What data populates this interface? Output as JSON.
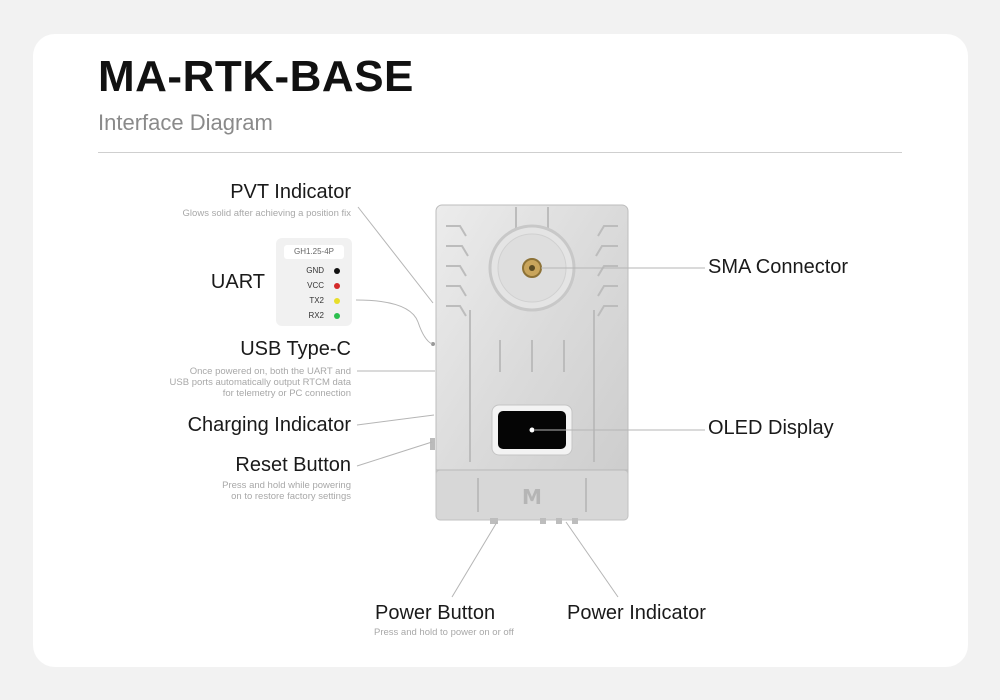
{
  "header": {
    "title": "MA-RTK-BASE",
    "subtitle": "Interface Diagram"
  },
  "labels": {
    "pvt": {
      "label": "PVT Indicator",
      "note": "Glows solid after achieving a position fix"
    },
    "uart": {
      "label": "UART"
    },
    "usb": {
      "label": "USB Type-C",
      "note": [
        "Once powered on, both the UART and",
        "USB ports automatically output RTCM data",
        "for telemetry or PC connection"
      ]
    },
    "charging": {
      "label": "Charging Indicator"
    },
    "reset": {
      "label": "Reset Button",
      "note": [
        "Press and hold while powering",
        "on to restore factory settings"
      ]
    },
    "sma": {
      "label": "SMA Connector"
    },
    "oled": {
      "label": "OLED Display"
    },
    "power_button": {
      "label": "Power Button",
      "note": "Press and hold to power on or off"
    },
    "power_indicator": {
      "label": "Power Indicator"
    }
  },
  "uart_pinout": {
    "connector": "GH1.25-4P",
    "pins": [
      {
        "name": "GND",
        "color": "#111111"
      },
      {
        "name": "VCC",
        "color": "#d42a2a"
      },
      {
        "name": "TX2",
        "color": "#e8de2a"
      },
      {
        "name": "RX2",
        "color": "#2cbf4e"
      }
    ]
  },
  "device": {
    "logo_glyph": "M"
  }
}
